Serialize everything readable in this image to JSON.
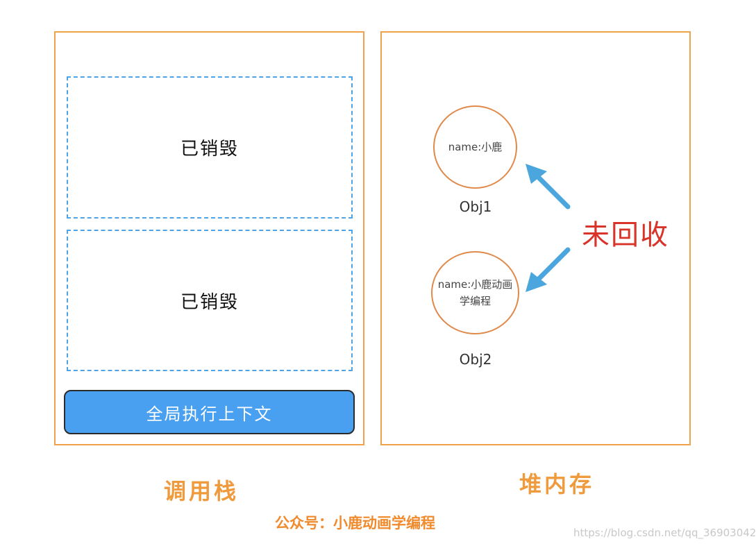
{
  "call_stack": {
    "title": "调用栈",
    "frames": [
      {
        "label": "已销毁"
      },
      {
        "label": "已销毁"
      }
    ],
    "global_context": "全局执行上下文"
  },
  "heap": {
    "title": "堆内存",
    "objects": [
      {
        "content": "name:小鹿",
        "label": "Obj1"
      },
      {
        "content": "name:小鹿动画学编程",
        "label": "Obj2"
      }
    ],
    "uncollected_label": "未回收"
  },
  "footer": {
    "credit": "公众号：小鹿动画学编程",
    "watermark": "https://blog.csdn.net/qq_36903042"
  },
  "colors": {
    "panel_border": "#f0a24b",
    "dashed_frame": "#4da3e6",
    "global_context_fill": "#4aa0f0",
    "circle_border": "#e0894a",
    "arrow": "#4aa6dc",
    "uncollected_text": "#d8342a",
    "title_text": "#ef9a3c"
  }
}
